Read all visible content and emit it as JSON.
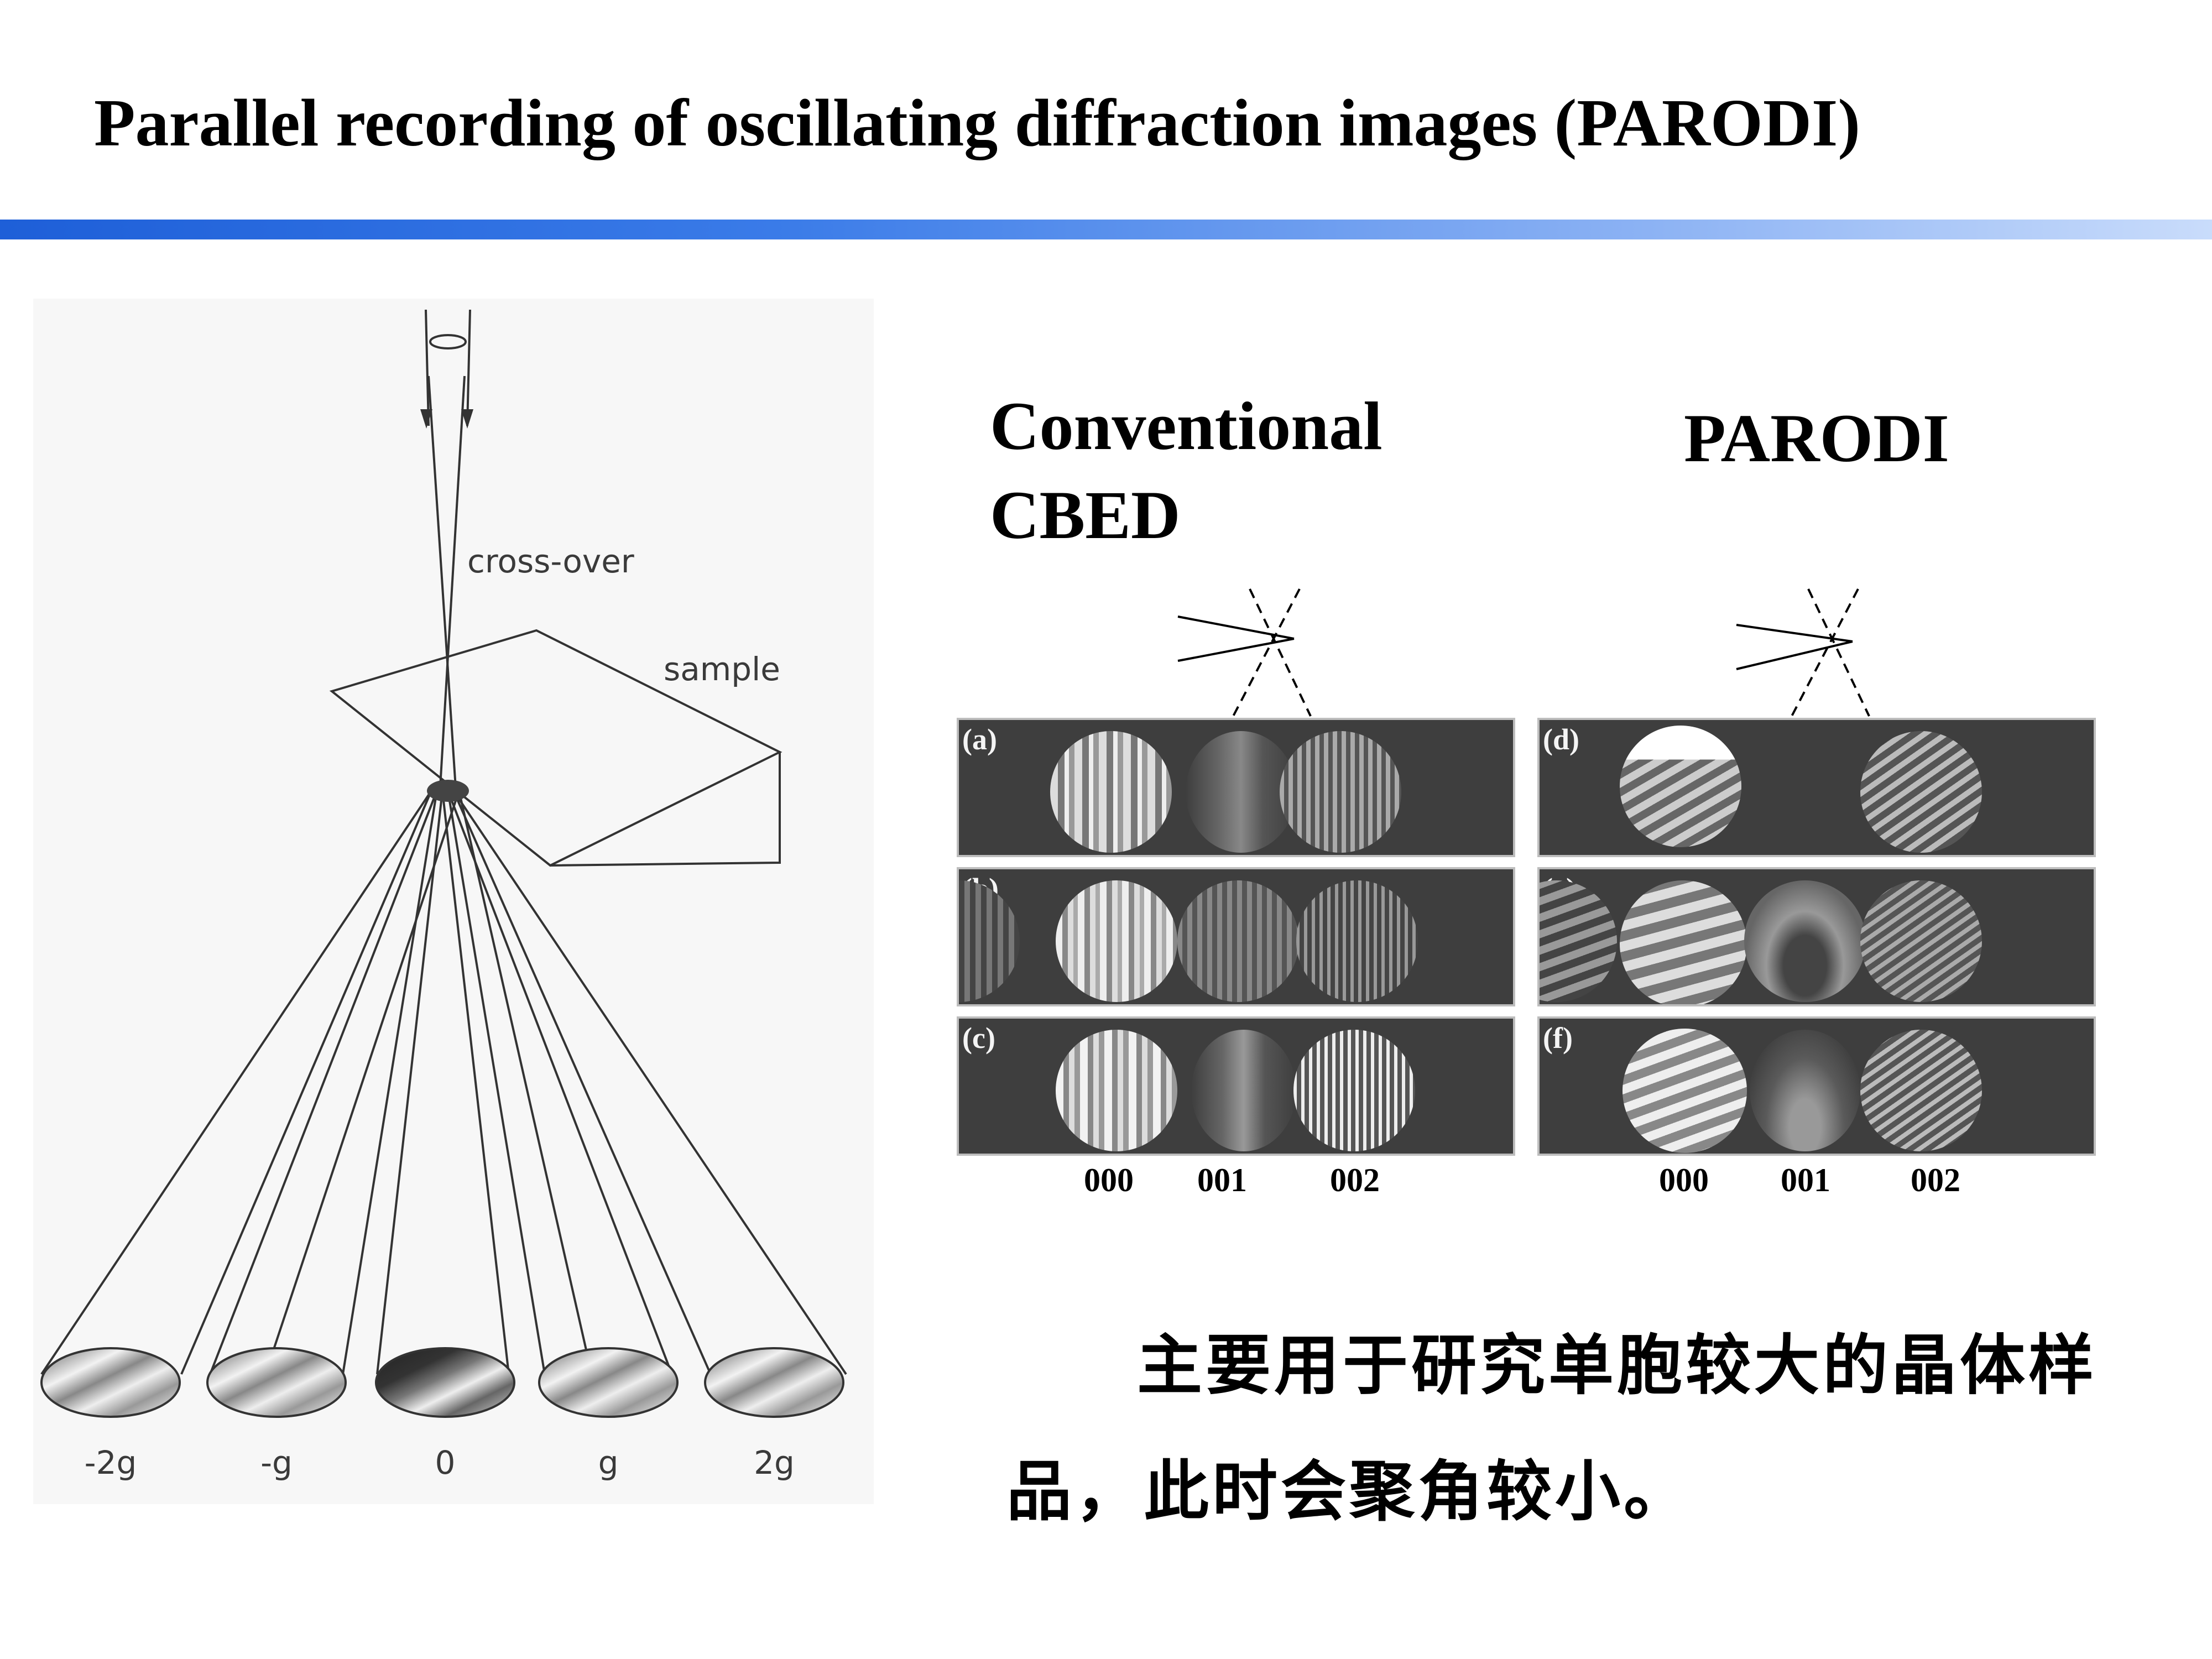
{
  "title": "Parallel recording of oscillating diffraction images (PARODI)",
  "left_figure": {
    "labels": {
      "crossover": "cross-over",
      "sample": "sample",
      "beams": [
        "-2g",
        "-g",
        "0",
        "g",
        "2g"
      ]
    }
  },
  "conventional": {
    "heading": "Conventional CBED",
    "panels": [
      "(a)",
      "(b)",
      "(c)"
    ],
    "indices": [
      "000",
      "001",
      "002"
    ]
  },
  "parodi": {
    "heading": "PARODI",
    "panels": [
      "(d)",
      "(e)",
      "(f)"
    ],
    "indices": [
      "000",
      "001",
      "002"
    ]
  },
  "note": "主要用于研究单胞较大的晶体样品，此时会聚角较小。",
  "colors": {
    "accent_bar": "#1e5fd8",
    "panel_bg": "#3e3e3e"
  }
}
